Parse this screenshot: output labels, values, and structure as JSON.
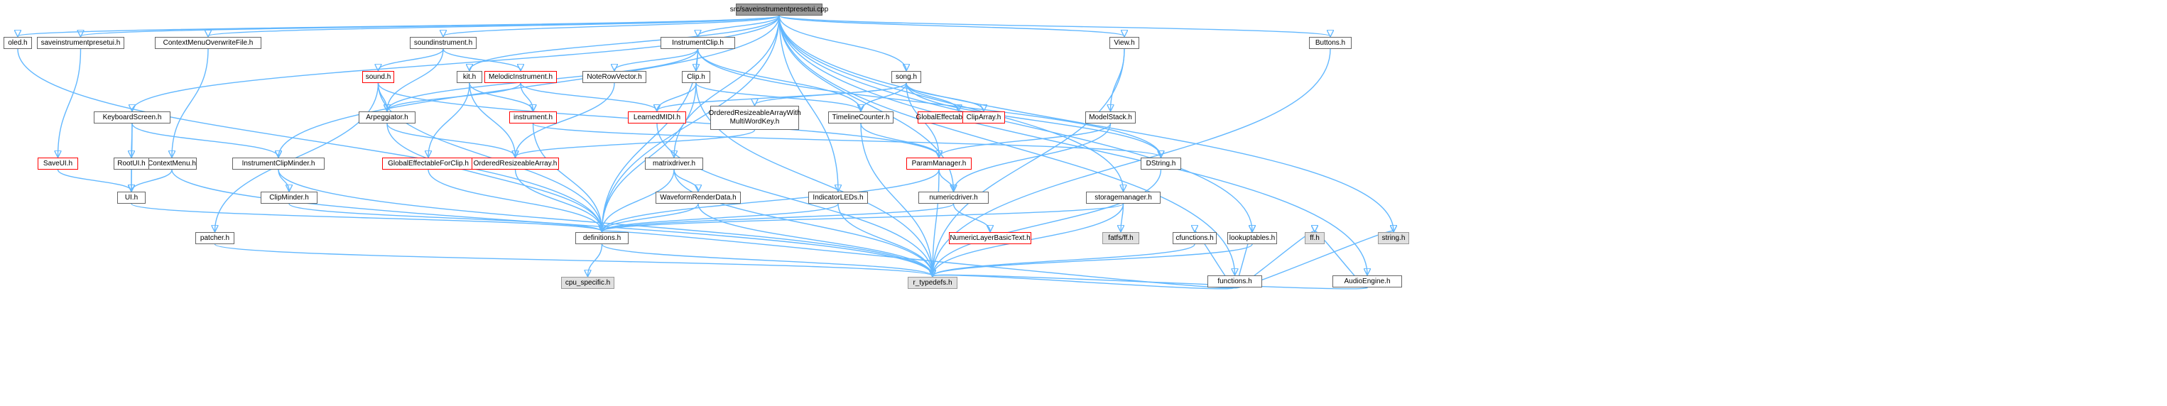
{
  "graph": {
    "root": "src/saveinstrumentpresetui.cpp",
    "nodes": {
      "root": "src/saveinstrumentpresetui.cpp",
      "oled": "oled.h",
      "saveui_h": "saveinstrumentpresetui.h",
      "ctxow": "ContextMenuOverwriteFile.h",
      "soundinst": "soundinstrument.h",
      "instclip": "InstrumentClip.h",
      "song": "song.h",
      "view": "View.h",
      "buttons": "Buttons.h",
      "audioengine": "AudioEngine.h",
      "kbscreen": "KeyboardScreen.h",
      "saveui": "SaveUI.h",
      "ctxmenu": "ContextMenu.h",
      "rootui": "RootUI.h",
      "ui": "UI.h",
      "icminder": "InstrumentClipMinder.h",
      "clipminder": "ClipMinder.h",
      "sound": "sound.h",
      "melodic": "MelodicInstrument.h",
      "kit": "kit.h",
      "noterow": "NoteRowVector.h",
      "clip": "Clip.h",
      "arp": "Arpeggiator.h",
      "instrument": "instrument.h",
      "learned": "LearnedMIDI.h",
      "ordwith": "OrderedResizeableArrayWith\nMultiWordKey.h",
      "timeline": "TimelineCounter.h",
      "gefsong": "GlobalEffectableForSong.h",
      "cliparray": "ClipArray.h",
      "modelstack": "ModelStack.h",
      "gefclip": "GlobalEffectableForClip.h",
      "ordarray": "OrderedResizeableArray.h",
      "matrix": "matrixdriver.h",
      "parammgr": "ParamManager.h",
      "dstring": "DString.h",
      "functions": "functions.h",
      "waveform": "WaveformRenderData.h",
      "indleds": "IndicatorLEDs.h",
      "numeric": "numericdriver.h",
      "storage": "storagemanager.h",
      "patcher": "patcher.h",
      "definitions": "definitions.h",
      "nlbt": "NumericLayerBasicText.h",
      "fatfs": "fatfs/ff.h",
      "cfunctions": "cfunctions.h",
      "lookup": "lookuptables.h",
      "ffh": "ff.h",
      "stringh": "string.h",
      "cpuspec": "cpu_specific.h",
      "rtypedefs": "r_typedefs.h"
    }
  },
  "colors": {
    "edge": "#63b8ff",
    "node_border": "#666666",
    "node_fill": "#ffffff",
    "root_fill": "#999999",
    "external_fill": "#e0e0e0",
    "truncated_border": "#ff0000"
  }
}
